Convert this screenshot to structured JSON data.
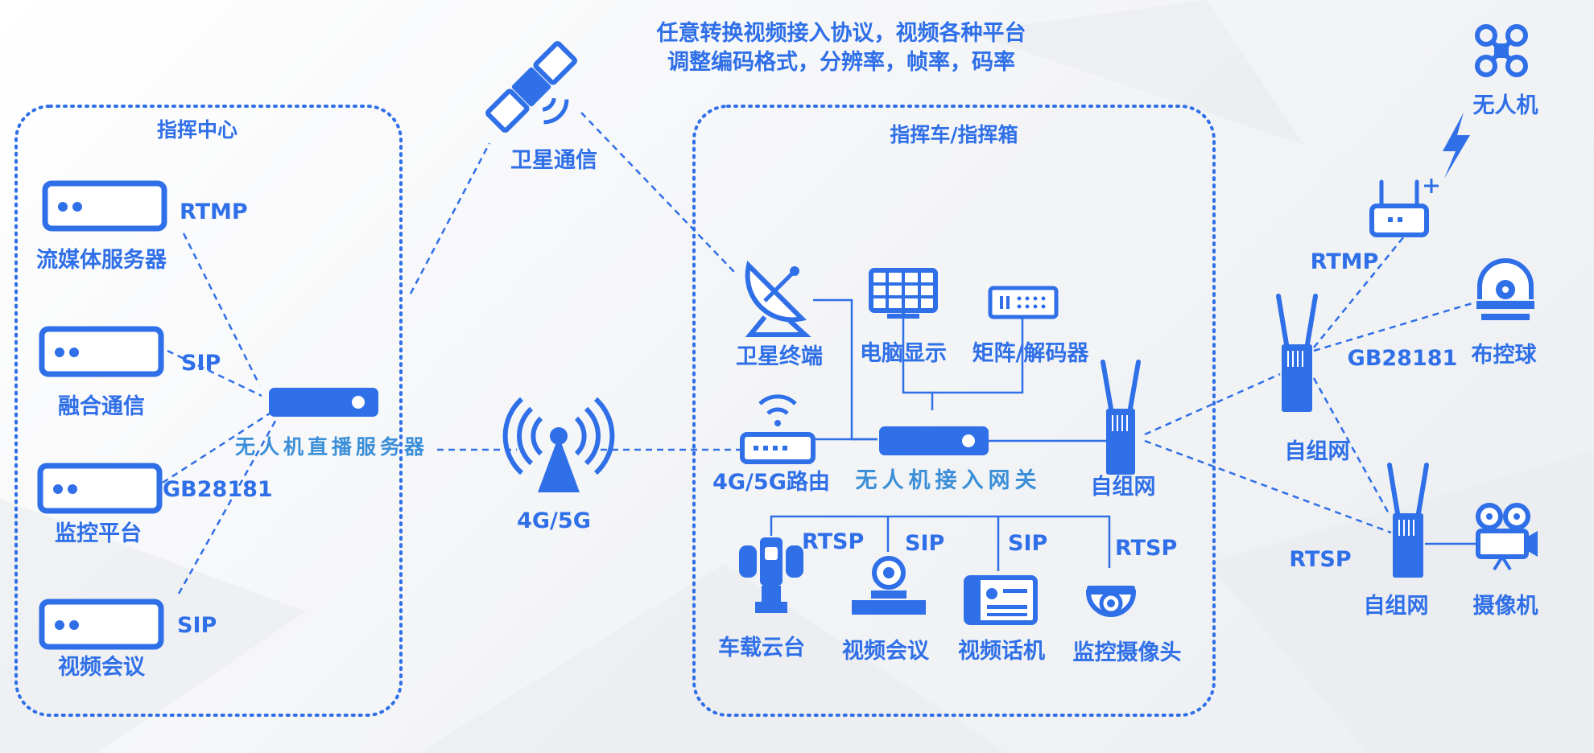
{
  "colors": {
    "primary": "#2f6fe8",
    "text": "#2f6fe8",
    "background": "#f4f5f7"
  },
  "heading": {
    "line1": "任意转换视频接入协议，视频各种平台",
    "line2": "调整编码格式，分辨率，帧率，码率"
  },
  "command_center": {
    "title": "指挥中心",
    "servers": [
      {
        "label": "流媒体服务器",
        "protocol": "RTMP"
      },
      {
        "label": "融合通信",
        "protocol": "SIP"
      },
      {
        "label": "监控平台",
        "protocol": "GB28181"
      },
      {
        "label": "视频会议",
        "protocol": "SIP"
      }
    ],
    "hub_label": "无人机直播服务器"
  },
  "satellite_label": "卫星通信",
  "cellular_label": "4G/5G",
  "vehicle": {
    "title": "指挥车/指挥箱",
    "satellite_terminal": "卫星终端",
    "pc_display": "电脑显示",
    "matrix_decoder": "矩阵/解码器",
    "router": "4G/5G路由",
    "gateway": "无人机接入网关",
    "mesh": "自组网",
    "endpoints": [
      {
        "label": "车载云台",
        "protocol": "RTSP"
      },
      {
        "label": "视频会议",
        "protocol": "SIP"
      },
      {
        "label": "视频话机",
        "protocol": "SIP"
      },
      {
        "label": "监控摄像头",
        "protocol": "RTSP"
      }
    ]
  },
  "field": {
    "drone": "无人机",
    "rtmp": "RTMP",
    "gb28181": "GB28181",
    "ptz_ball": "布控球",
    "mesh_top": "自组网",
    "rtsp": "RTSP",
    "mesh_bottom": "自组网",
    "camera": "摄像机"
  }
}
